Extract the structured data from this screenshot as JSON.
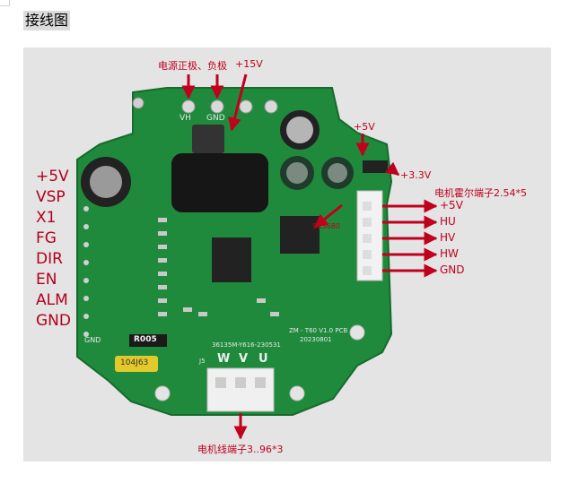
{
  "section_title": "接线图",
  "annotations": {
    "power_input": "电源正极、负极",
    "plus15v": "+15V",
    "plus5v_top": "+5V",
    "plus3v3": "+3.3V",
    "hall_port": "电机霍尔端子2.54*5",
    "motor_port": "电机线端子3..96*3",
    "chip_mark": "SR3680"
  },
  "left_pins": [
    "+5V",
    "VSP",
    "X1",
    "FG",
    "DIR",
    "EN",
    "ALM",
    "GND"
  ],
  "hall_pins": [
    "+5V",
    "HU",
    "HV",
    "HW",
    "GND"
  ],
  "board_silkscreen": {
    "vh": "VH",
    "gnd": "GND",
    "gnd_left": "GND",
    "model": "ZM - T60 V1.0 PCB",
    "date": "20230801",
    "code": "36135M-Y616-230531",
    "r005": "R005",
    "tag": "104J63",
    "w": "W",
    "v": "V",
    "u": "U",
    "j5": "J5"
  },
  "colors": {
    "annotation_red": "#c0001c",
    "pcb_green": "#1f8a3c",
    "background_gray": "#e4e4e4"
  }
}
